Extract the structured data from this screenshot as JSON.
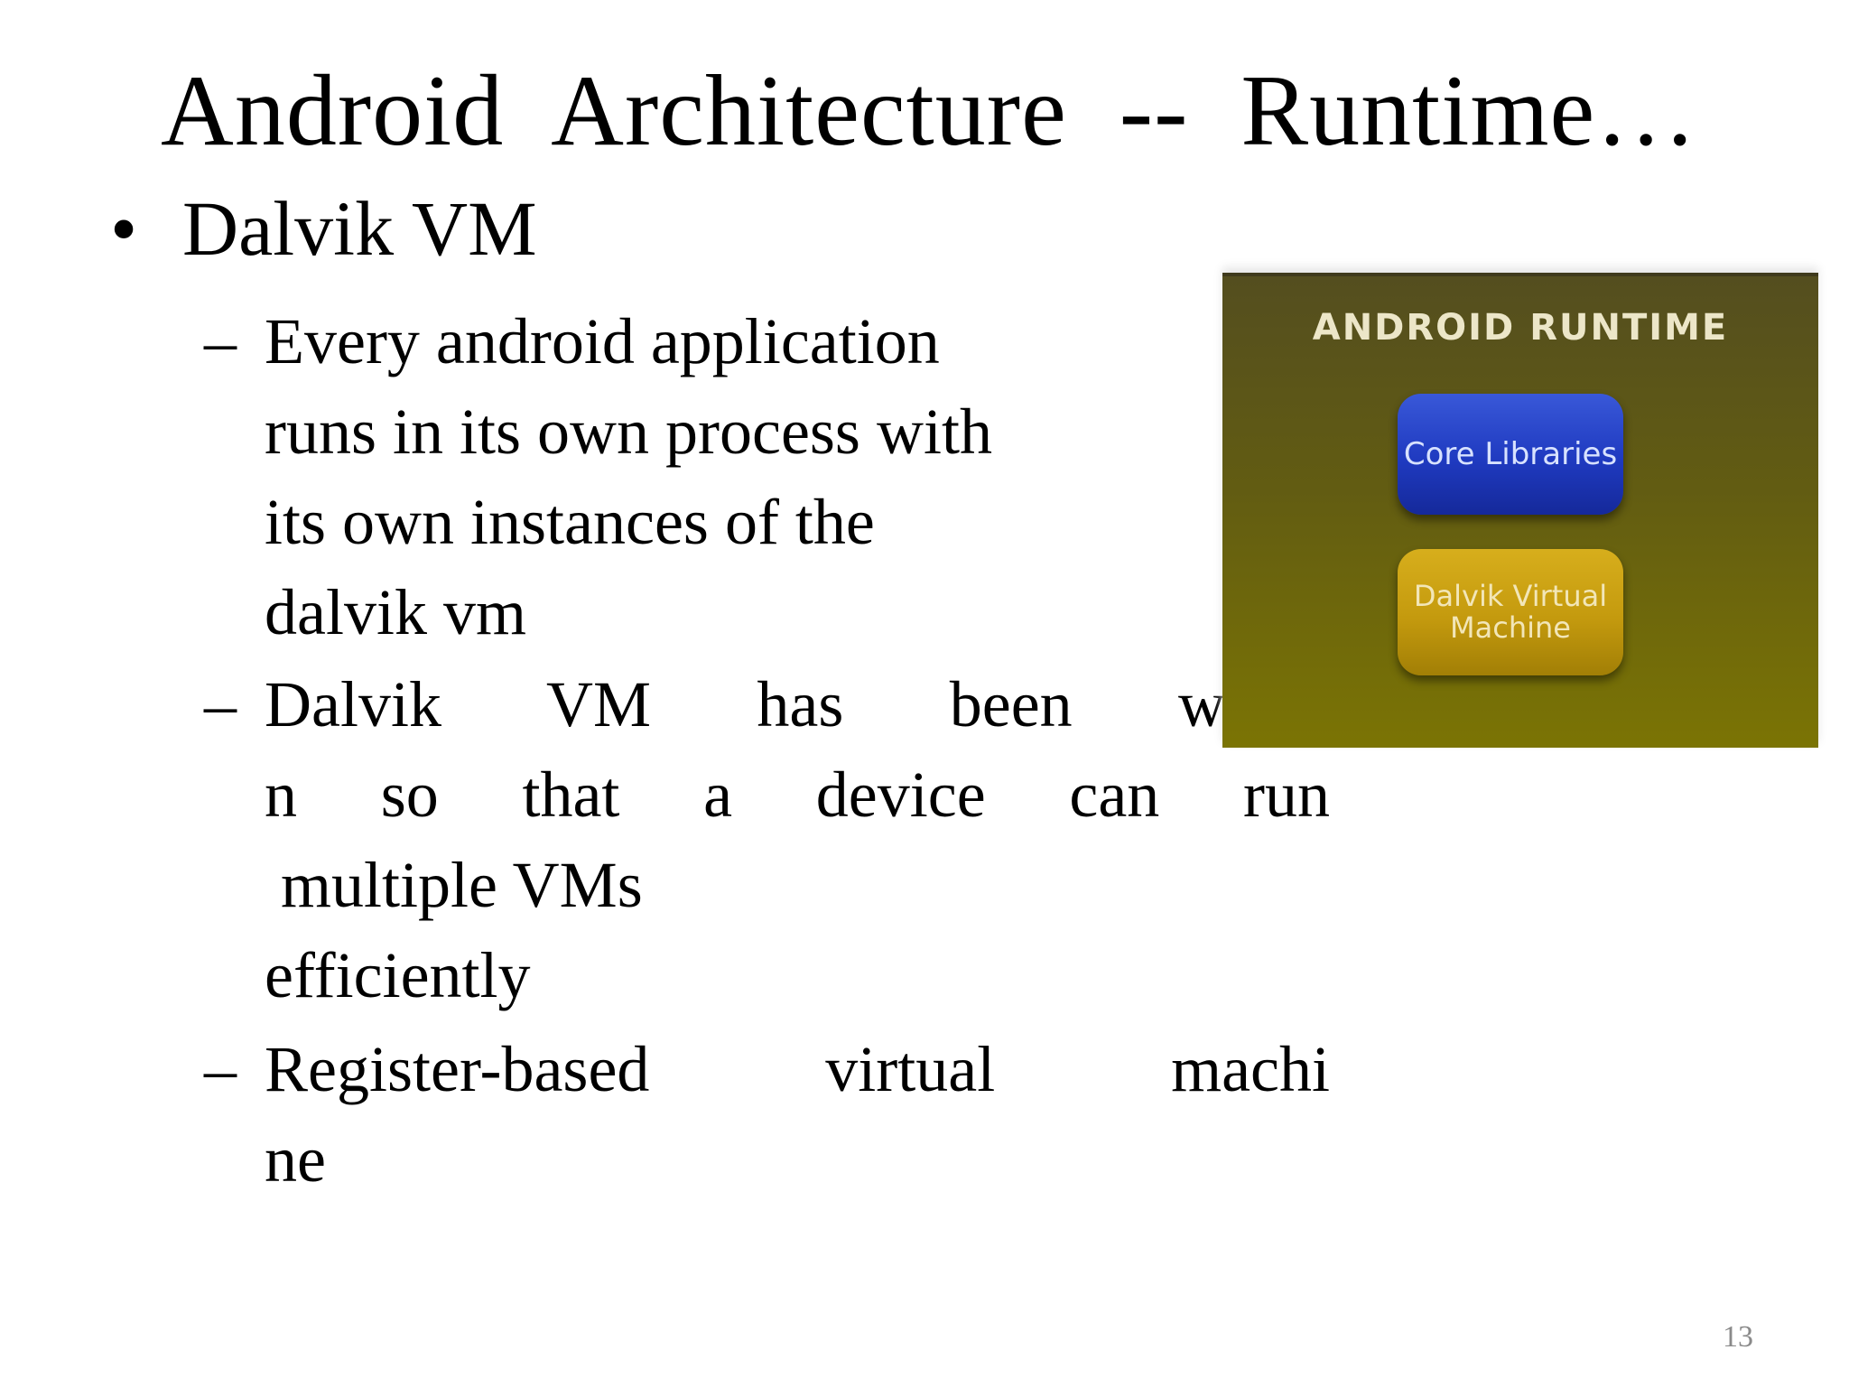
{
  "slide": {
    "title": "Android  Architecture  --  Runtime…",
    "bullet": {
      "marker": "•",
      "text": "Dalvik VM"
    },
    "sub_items": [
      {
        "marker": "–",
        "lines": [
          "Every android application",
          "runs in its own process with",
          "its own instances of the",
          "dalvik vm"
        ]
      },
      {
        "marker": "–",
        "lines": [
          "Dalvik  VM  has  been  writte",
          "n  so  that  a  device  can  run",
          " multiple VMs",
          "efficiently"
        ]
      },
      {
        "marker": "–",
        "lines": [
          "Register-based  virtual  machi",
          "ne"
        ]
      }
    ],
    "page_number": "13"
  },
  "figure": {
    "title": "ANDROID RUNTIME",
    "core_libraries_label": "Core Libraries",
    "dalvik_label": "Dalvik Virtual Machine",
    "colors": {
      "background": "#625c12",
      "core_pill": "#1f3ac0",
      "dalvik_pill": "#c49a0e"
    }
  }
}
